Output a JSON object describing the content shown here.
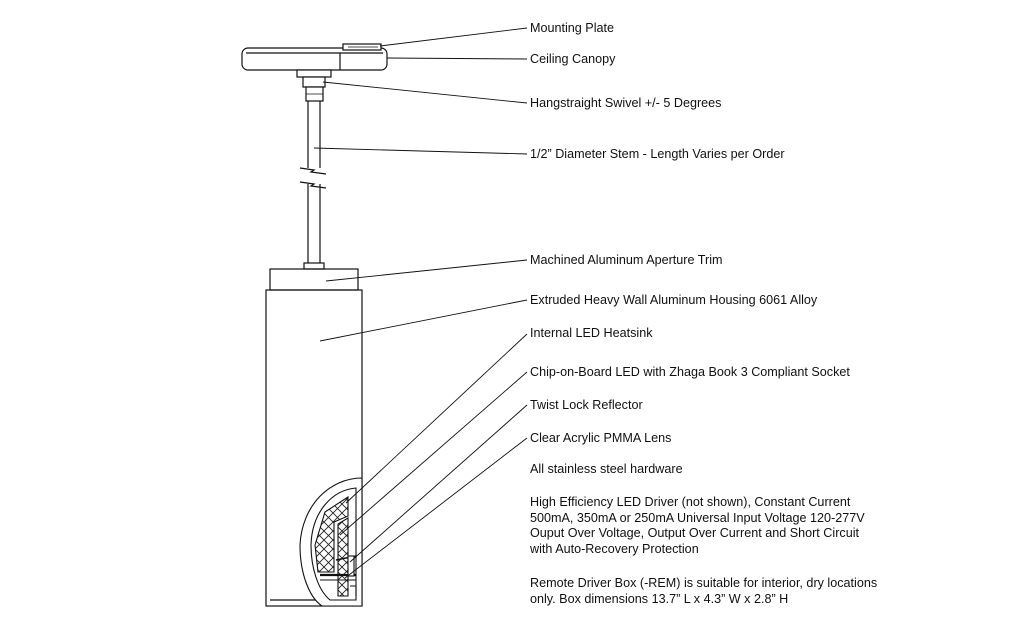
{
  "callouts": [
    "Mounting Plate",
    "Ceiling Canopy",
    "Hangstraight Swivel +/- 5 Degrees",
    "1/2” Diameter Stem - Length Varies per Order",
    "Machined Aluminum Aperture Trim",
    "Extruded Heavy Wall Aluminum Housing 6061 Alloy",
    "Internal LED Heatsink",
    "Chip-on-Board LED with Zhaga Book 3 Compliant Socket",
    "Twist Lock Reflector",
    "Clear Acrylic PMMA Lens"
  ],
  "notes": {
    "hardware": "All stainless steel hardware",
    "driver_lines": [
      "High Efficiency LED Driver (not shown), Constant Current",
      "500mA, 350mA or 250mA Universal Input Voltage 120-277V",
      "Ouput Over Voltage, Output Over Current and Short Circuit",
      "with Auto-Recovery Protection"
    ],
    "remote_lines": [
      "Remote Driver Box (-REM) is suitable for interior, dry locations",
      "only. Box dimensions 13.7” L x 4.3” W x 2.8” H"
    ]
  }
}
